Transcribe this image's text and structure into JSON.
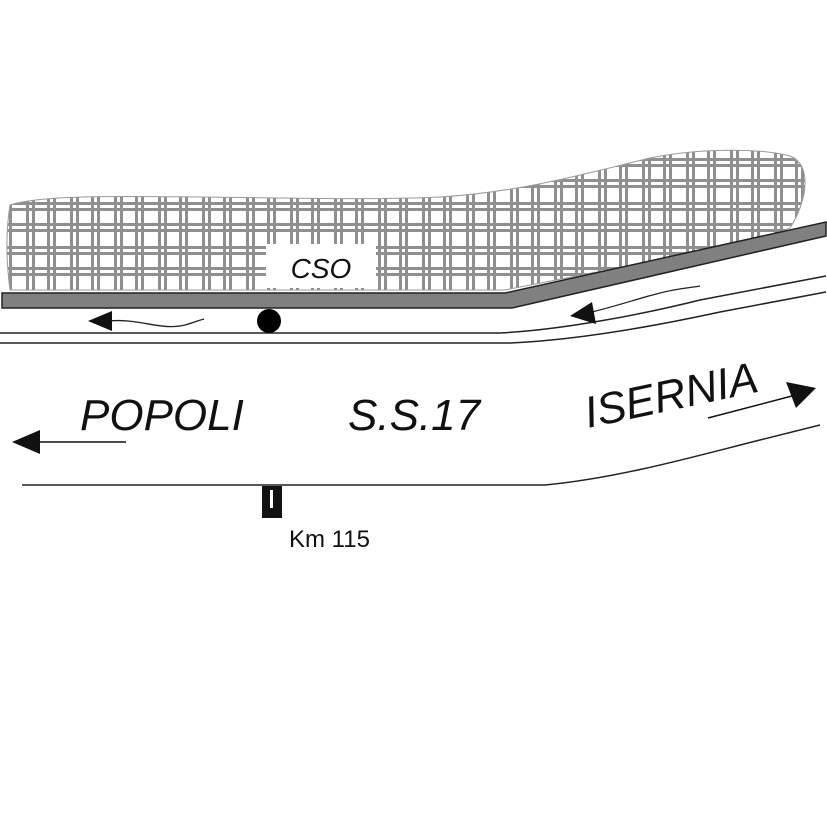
{
  "labels": {
    "area": "CSO",
    "west": "POPOLI",
    "road": "S.S.17",
    "east": "ISERNIA",
    "km": "Km 115"
  },
  "colors": {
    "hatch": "#8f8f8f",
    "wall": "#808080",
    "ink": "#111111"
  },
  "icons": {
    "marker": "black-circle",
    "km_marker": "milestone-post",
    "arrows": "flow-arrows"
  }
}
